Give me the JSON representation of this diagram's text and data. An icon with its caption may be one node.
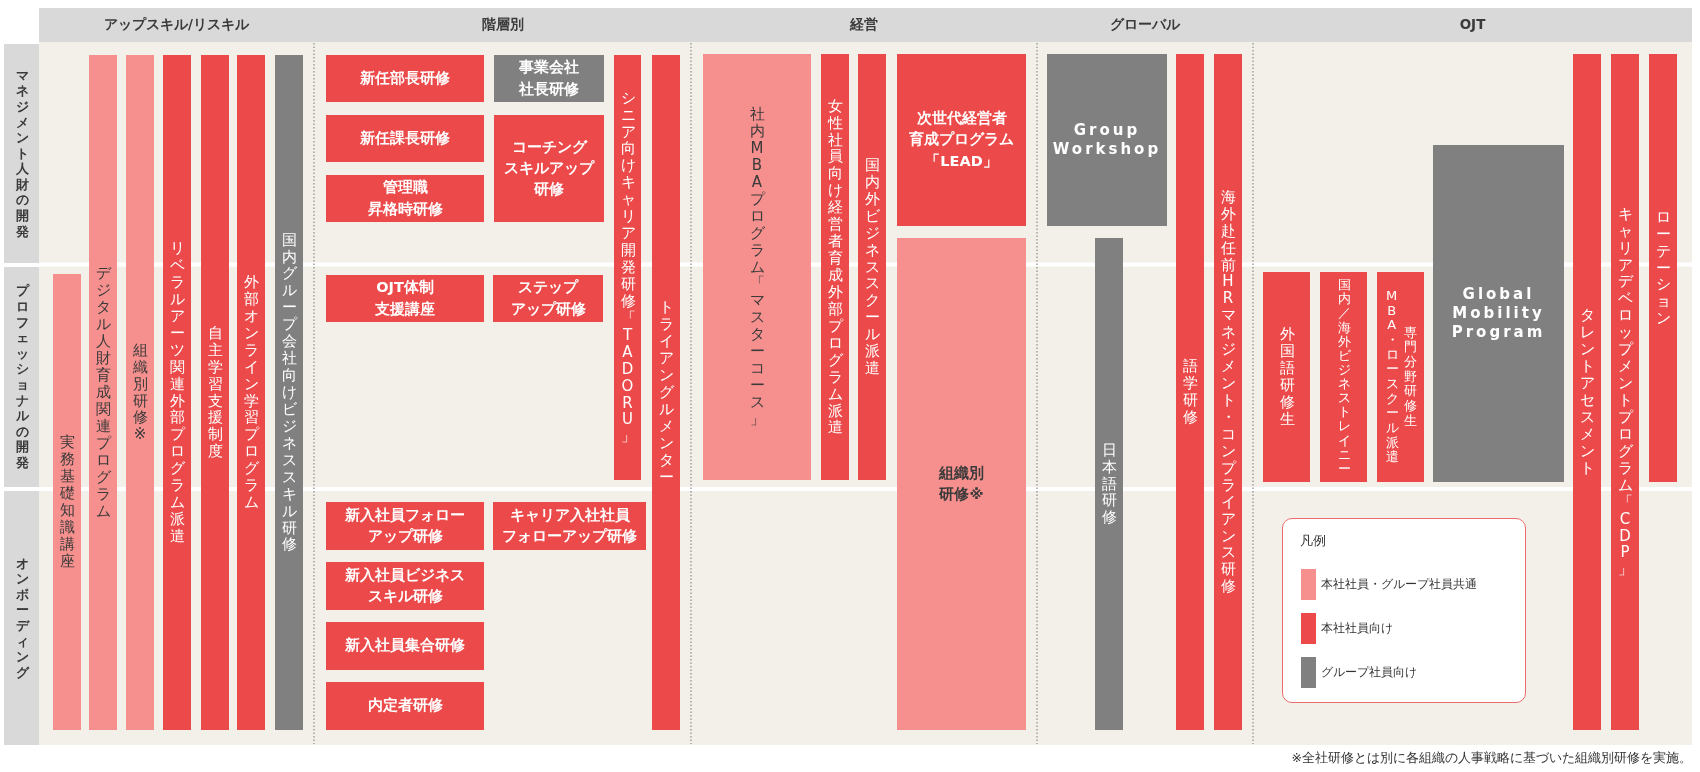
{
  "diagram": {
    "caption": "※全社研修とは別に各組織の人事戦略に基づいた組織別研修を実施。",
    "nodes": [
      {
        "text": [
          "アップスキル/リスキル"
        ]
      },
      {
        "text": [
          "階層別"
        ]
      },
      {
        "text": [
          "経営"
        ]
      },
      {
        "text": [
          "グローバル"
        ]
      },
      {
        "text": [
          "OJT"
        ]
      },
      {
        "text": [
          "マネジメント人財の開発"
        ]
      },
      {
        "text": [
          "プロフェッショナルの開発"
        ]
      },
      {
        "text": [
          "オンボーディング"
        ]
      },
      {
        "text": [
          "実務基礎知識講座"
        ]
      },
      {
        "text": [
          "デジタル人財育成関連プログラム"
        ]
      },
      {
        "text": [
          "組織別研修※"
        ]
      },
      {
        "text": [
          "リベラルアーツ関連外部プログラム派遣"
        ]
      },
      {
        "text": [
          "自主学習支援制度"
        ]
      },
      {
        "text": [
          "外部オンライン学習プログラム"
        ]
      },
      {
        "text": [
          "国内グループ会社向けビジネススキル研修"
        ]
      },
      {
        "text": [
          "新任部長研修"
        ]
      },
      {
        "text": [
          "事業会社社長研修"
        ]
      },
      {
        "text": [
          "新任課長研修"
        ]
      },
      {
        "text": [
          "コーチングスキルアップ研修"
        ]
      },
      {
        "text": [
          "管理職昇格時研修"
        ]
      },
      {
        "text": [
          "シニア向けキャリア開発研修「TADORU」"
        ]
      },
      {
        "text": [
          "トライアングルメンター"
        ]
      },
      {
        "text": [
          "OJT体制支援講座"
        ]
      },
      {
        "text": [
          "ステップアップ研修"
        ]
      },
      {
        "text": [
          "新入社員フォローアップ研修"
        ]
      },
      {
        "text": [
          "キャリア入社社員フォローアップ研修"
        ]
      },
      {
        "text": [
          "新入社員ビジネススキル研修"
        ]
      },
      {
        "text": [
          "新入社員集合研修"
        ]
      },
      {
        "text": [
          "内定者研修"
        ]
      },
      {
        "text": [
          "社内MBAプログラム「マスターコース」"
        ]
      },
      {
        "text": [
          "女性社員向け経営者育成外部プログラム派遣"
        ]
      },
      {
        "text": [
          "国内外ビジネススクール派遣"
        ]
      },
      {
        "text": [
          "次世代経営者育成プログラム「LEAD」"
        ]
      },
      {
        "text": [
          "組織別研修※"
        ]
      },
      {
        "text": [
          "Group Workshop"
        ]
      },
      {
        "text": [
          "日本語研修"
        ]
      },
      {
        "text": [
          "語学研修"
        ]
      },
      {
        "text": [
          "海外赴任前HRマネジメント・コンプライアンス研修"
        ]
      },
      {
        "text": [
          "外国語研修生"
        ]
      },
      {
        "text": [
          "国内／海外ビジネストレイニー"
        ]
      },
      {
        "text": [
          "MBA・ロースクール派遣",
          "専門分野研修生"
        ]
      },
      {
        "text": [
          "Global Mobility Program"
        ]
      },
      {
        "text": [
          "タレントアセスメント"
        ]
      },
      {
        "text": [
          "キャリアデベロップメントプログラム「CDP」"
        ]
      },
      {
        "text": [
          "ローテーション"
        ]
      }
    ],
    "labels": [
      "凡例"
    ],
    "legend": [
      {
        "text": "本社社員・グループ社員共通",
        "color": "#f5908e"
      },
      {
        "text": "本社社員向け",
        "color": "#ec4a4a"
      },
      {
        "text": "グループ社員向け",
        "color": "#808080"
      }
    ]
  }
}
